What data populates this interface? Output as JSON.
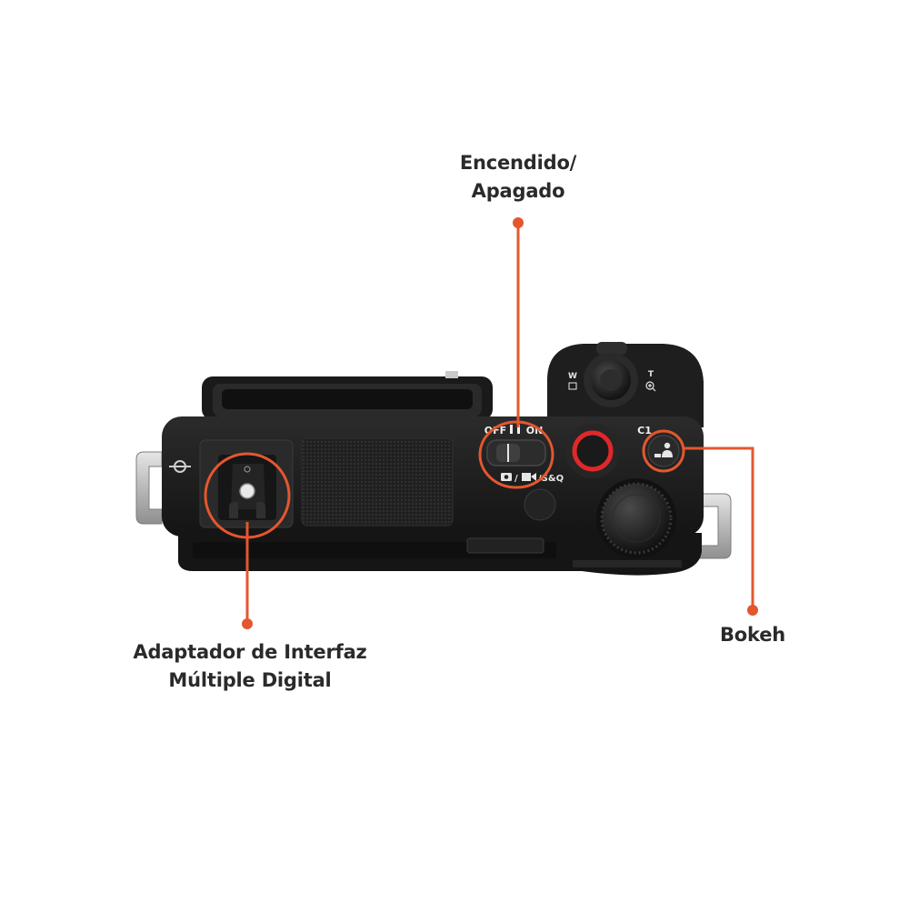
{
  "annotations": {
    "power": {
      "line1": "Encendido/",
      "line2": "Apagado"
    },
    "mi_shoe": {
      "line1": "Adaptador de Interfaz",
      "line2": "Múltiple Digital"
    },
    "bokeh": {
      "line1": "Bokeh"
    }
  },
  "camera_markings": {
    "zoom_wide": "W",
    "zoom_tele": "T",
    "power_off": "OFF",
    "power_on": "ON",
    "mode": "/S&Q",
    "custom_button": "C1"
  },
  "colors": {
    "accent": "#e4572e",
    "record_ring": "#e0282a",
    "body": "#1c1c1c",
    "text": "#2a2a2a"
  },
  "icons": [
    "power-dial-icon",
    "bokeh-icon",
    "record-icon",
    "shoe-icon",
    "strap-lug-icon",
    "focal-plane-icon"
  ]
}
